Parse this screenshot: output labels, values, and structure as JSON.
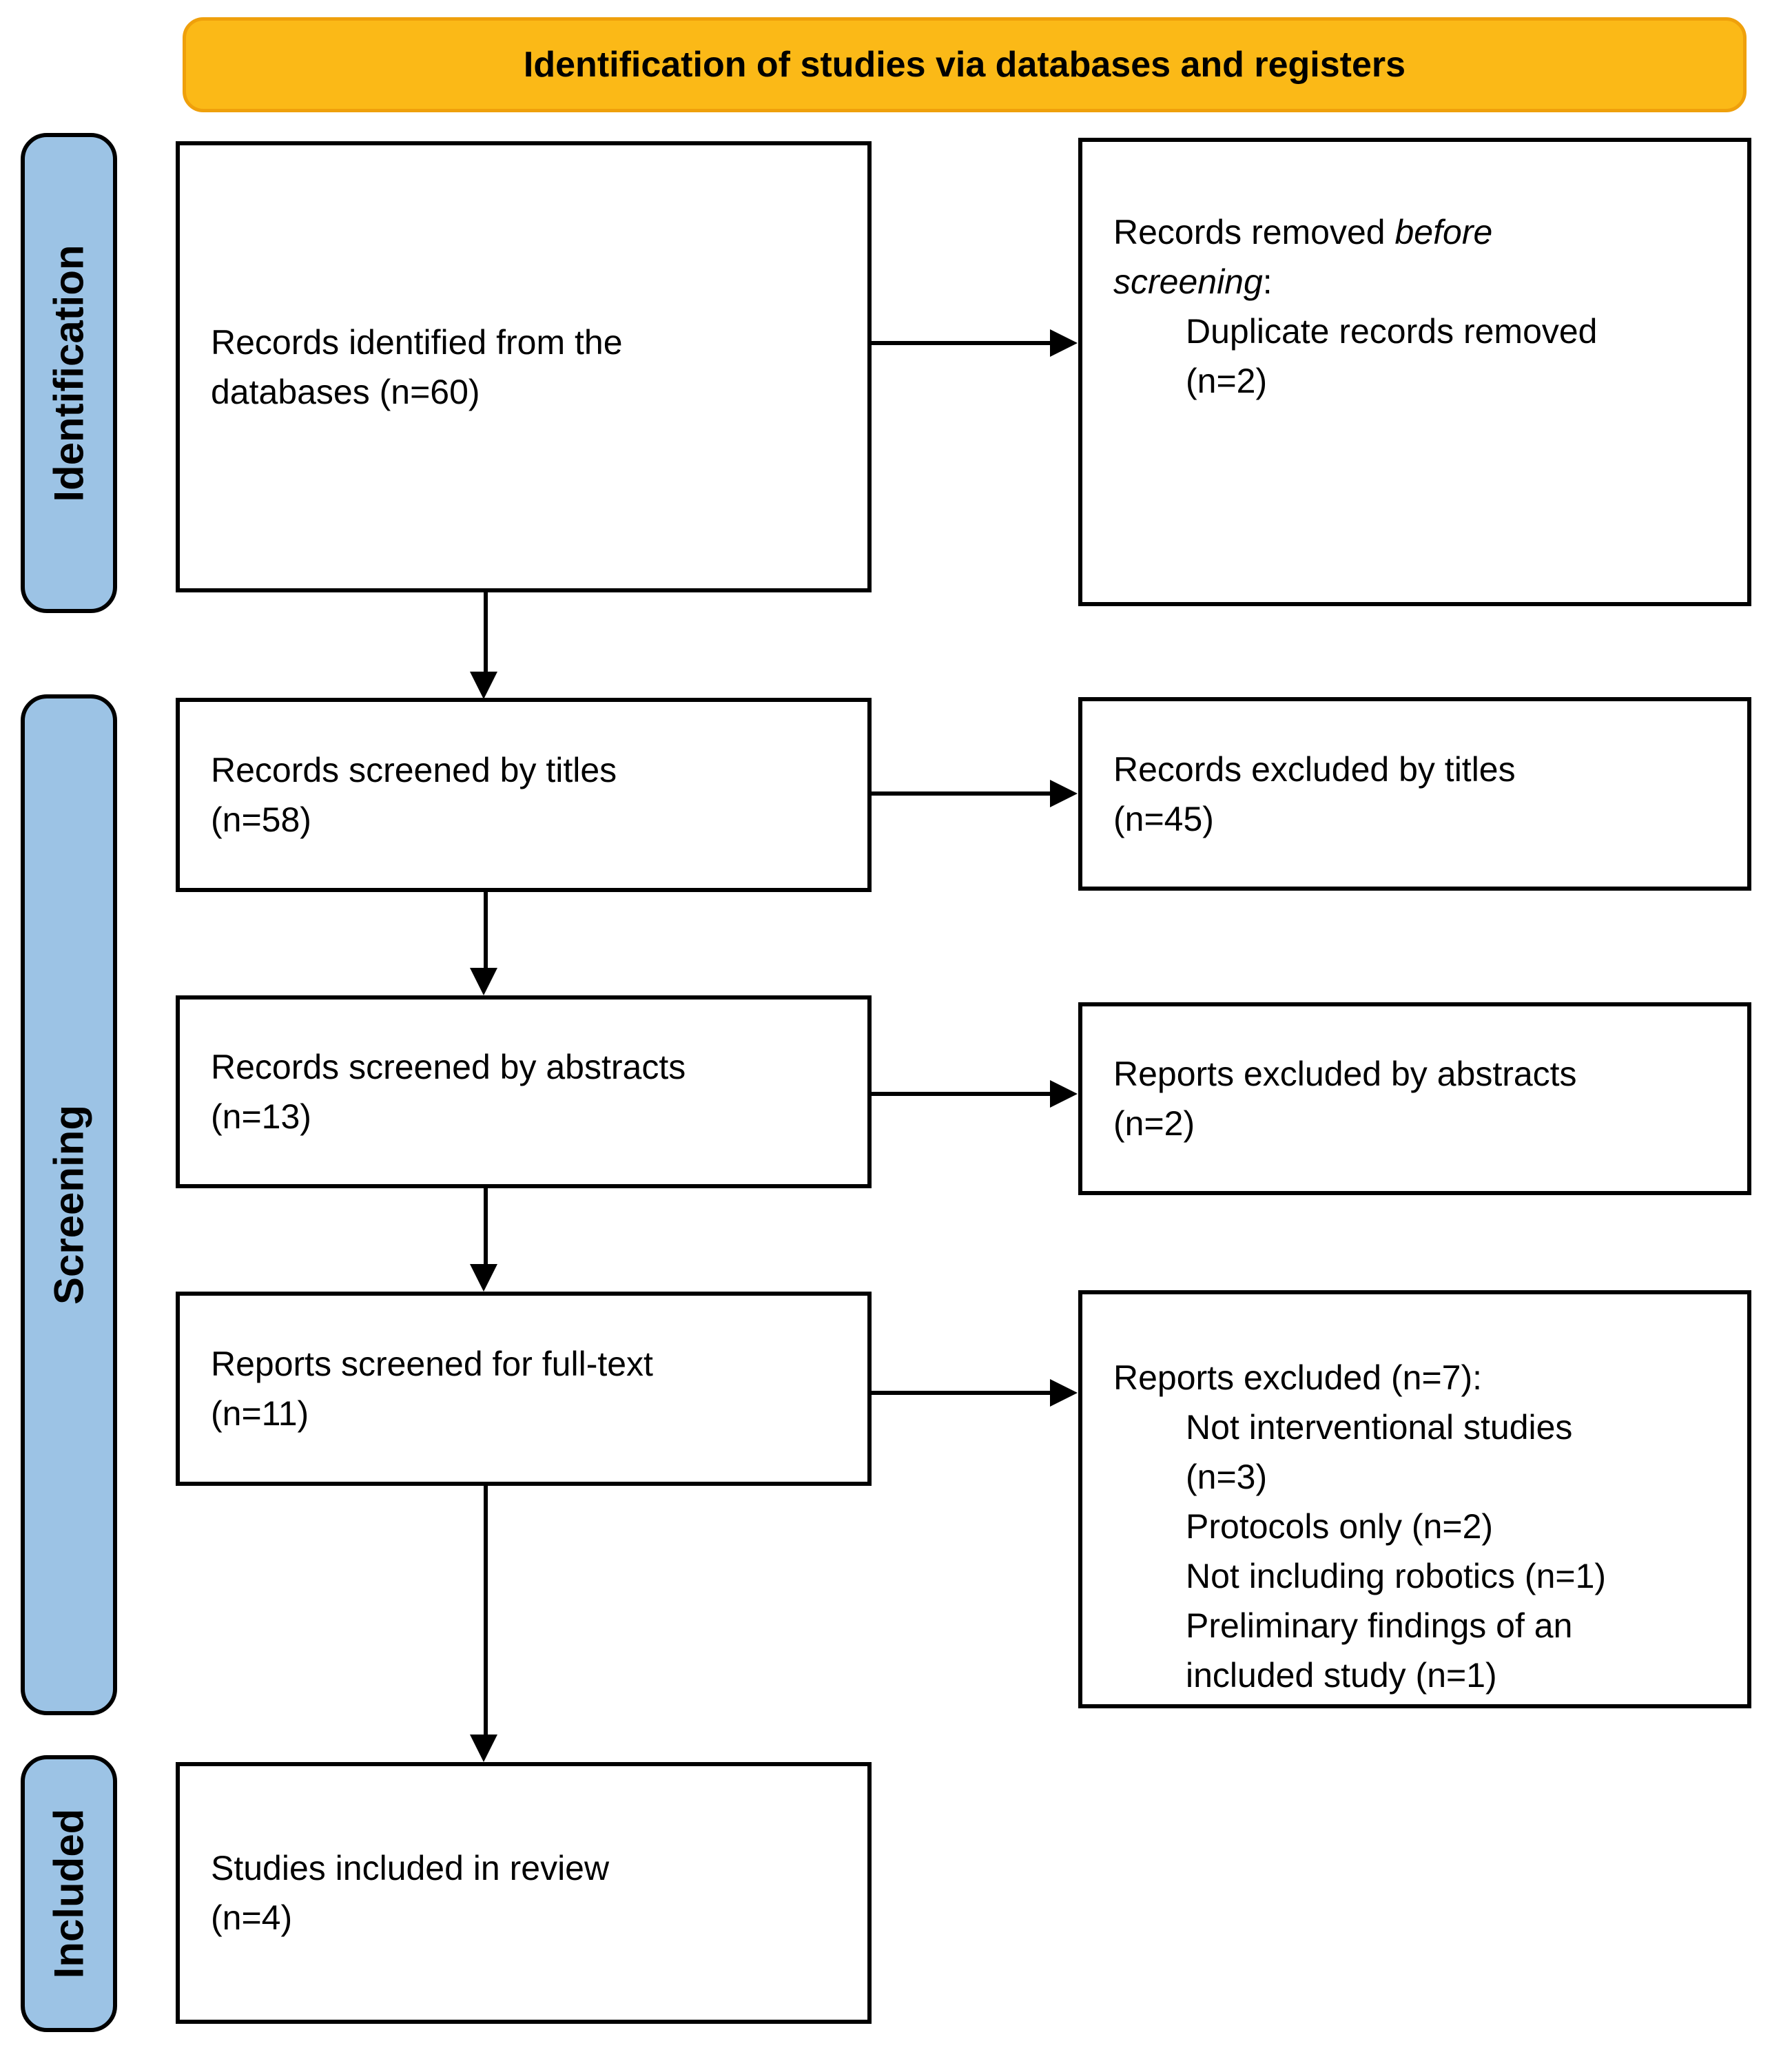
{
  "banner": {
    "title": "Identification of studies via databases and registers"
  },
  "colors": {
    "banner_fill": "#FBB917",
    "banner_border": "#EFA00B",
    "stage_fill": "#9CC3E5",
    "box_border": "#000000"
  },
  "stages": {
    "identification": "Identification",
    "screening": "Screening",
    "included": "Included"
  },
  "flow": {
    "identified": {
      "line1": "Records identified from the",
      "line2": "databases (n=60)"
    },
    "screened_titles": {
      "line1": "Records screened by titles",
      "line2": "(n=58)"
    },
    "screened_abstracts": {
      "line1": "Records screened by abstracts",
      "line2": "(n=13)"
    },
    "fulltext": {
      "line1": "Reports screened for full-text",
      "line2": "(n=11)"
    },
    "included_review": {
      "line1": "Studies included in review",
      "line2": "(n=4)"
    }
  },
  "exclusions": {
    "before_screening": {
      "head_pre": "Records removed ",
      "head_italic_1": "before",
      "head_italic_2": "screening",
      "head_colon": ":",
      "item_line1": "Duplicate records removed",
      "item_line2": "(n=2)"
    },
    "by_titles": {
      "line1": "Records excluded by titles",
      "line2": "(n=45)"
    },
    "by_abstracts": {
      "line1": "Reports excluded by abstracts",
      "line2": "(n=2)"
    },
    "fulltext": {
      "head": "Reports excluded (n=7):",
      "item1_line1": "Not interventional studies",
      "item1_line2": "(n=3)",
      "item2": "Protocols only (n=2)",
      "item3": "Not including robotics (n=1)",
      "item4_line1": "Preliminary findings of an",
      "item4_line2": "included study (n=1)"
    }
  }
}
